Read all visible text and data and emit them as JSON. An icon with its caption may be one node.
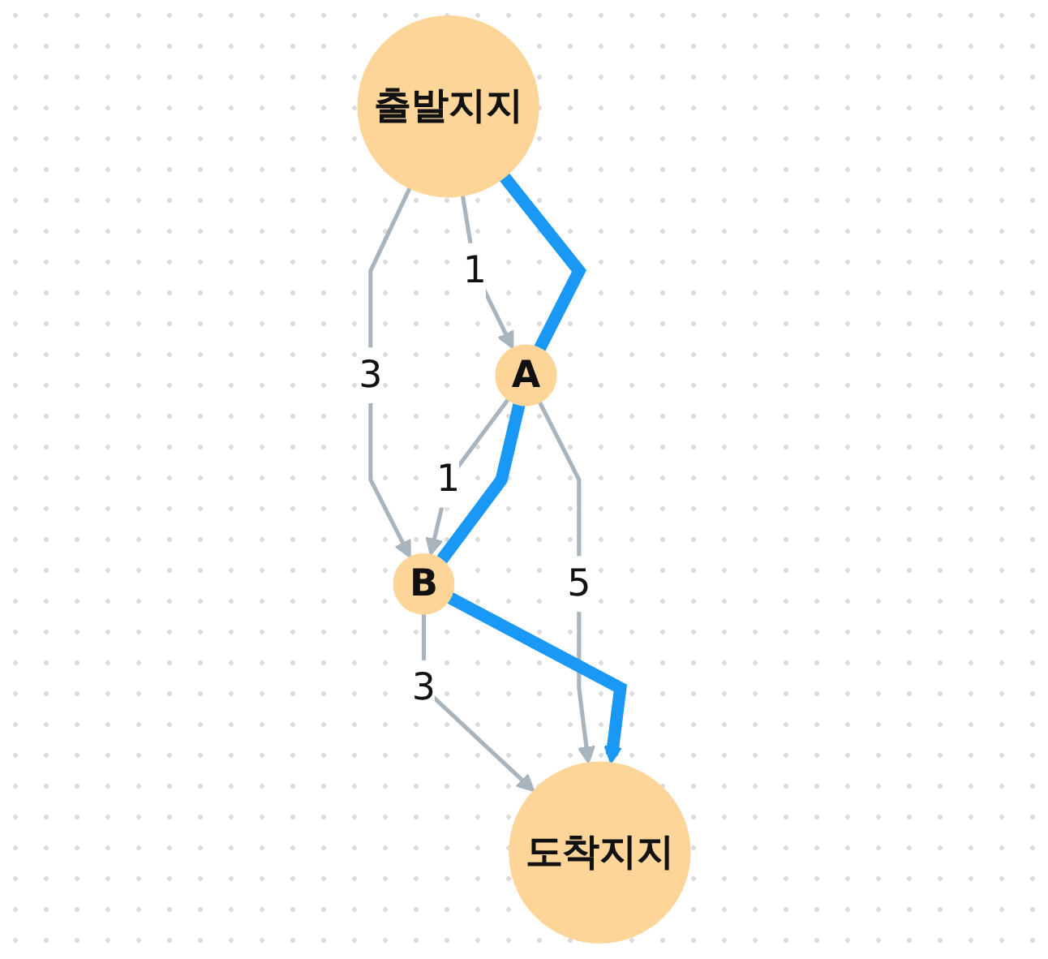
{
  "diagram": {
    "nodes": [
      {
        "text": [
          "출발지지"
        ]
      },
      {
        "text": [
          "B"
        ]
      },
      {
        "text": [
          "A"
        ]
      },
      {
        "text": [
          "도착지지"
        ]
      }
    ],
    "edges": [
      {
        "from": 0,
        "to": 1,
        "arrow": "to",
        "label": "3"
      },
      {
        "from": 0,
        "to": 2,
        "arrow": "to",
        "label": "1"
      },
      {
        "from": 2,
        "to": 1,
        "arrow": "to",
        "label": "1"
      },
      {
        "from": 1,
        "to": 3,
        "arrow": "to",
        "label": "3"
      },
      {
        "from": 2,
        "to": 3,
        "arrow": "to",
        "label": "5"
      },
      {
        "from": 0,
        "to": 2,
        "arrow": "none",
        "style": "thick",
        "color": "#1a98f5"
      },
      {
        "from": 2,
        "to": 1,
        "arrow": "none",
        "style": "thick",
        "color": "#1a98f5"
      },
      {
        "from": 1,
        "to": 3,
        "arrow": "to",
        "style": "thick",
        "color": "#1a98f5"
      }
    ]
  }
}
